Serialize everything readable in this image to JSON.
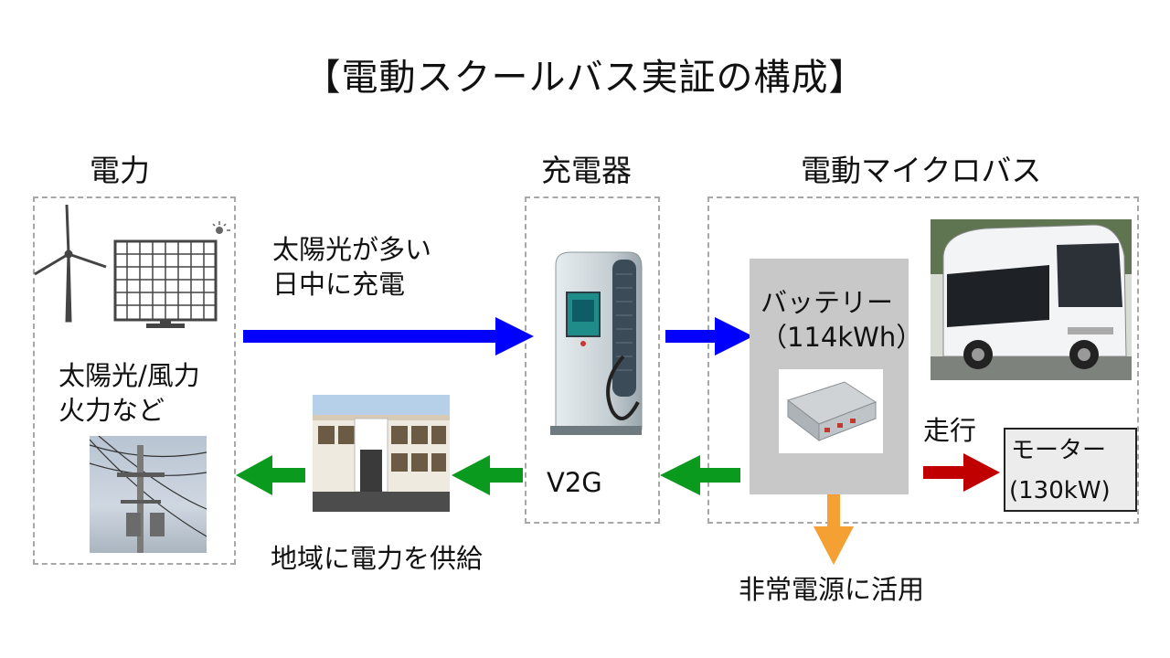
{
  "title": "【電動スクールバス実証の構成】",
  "sections": {
    "power": "電力",
    "charger": "充電器",
    "bus": "電動マイクロバス"
  },
  "power_sources": {
    "line1": "太陽光/風力",
    "line2": "火力など"
  },
  "charge_flow": {
    "line1": "太陽光が多い",
    "line2": "日中に充電"
  },
  "battery": {
    "label": "バッテリー",
    "capacity": "（114kWh）"
  },
  "v2g": "V2G",
  "drive": "走行",
  "motor": {
    "label": "モーター",
    "power": "(130kW)"
  },
  "supply": "地域に電力を供給",
  "emergency": "非常電源に活用",
  "colors": {
    "blue_arrow": "#0000ff",
    "green_arrow": "#0a9a1e",
    "red_arrow": "#c00000",
    "orange_arrow": "#f5a033"
  }
}
